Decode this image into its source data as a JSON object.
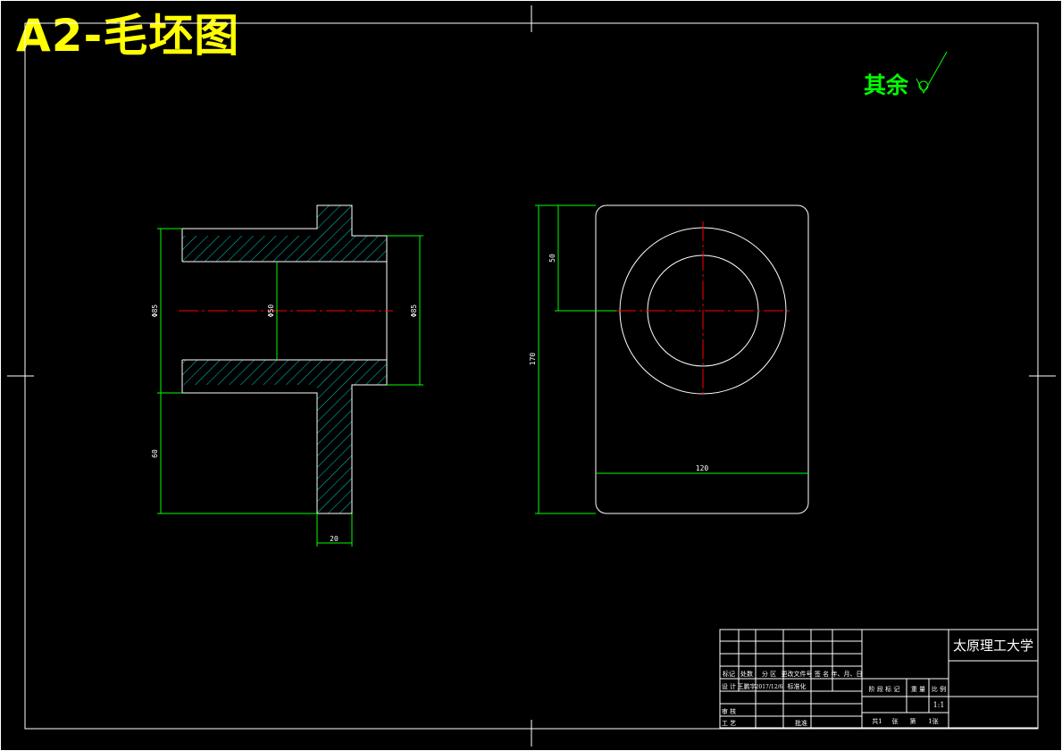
{
  "title": "A2-毛坯图",
  "surface_note": "其余",
  "dimensions": {
    "d_outer_left": "Φ85",
    "d_bore": "Φ50",
    "d_right": "Φ85",
    "len_60": "60",
    "len_20": "20",
    "height_50": "50",
    "height_170": "170",
    "width_120": "120"
  },
  "title_block": {
    "school": "太原理工大学",
    "scale": "1:1",
    "header_row": [
      "标记",
      "处数",
      "分 区",
      "更改文件号",
      "签 名",
      "年、月、日"
    ],
    "design_row": [
      "设 计",
      "王鹏宇",
      "2017/12/6",
      "标准化"
    ],
    "review": "审 核",
    "process": "工 艺",
    "approve": "批准",
    "stage_header": [
      "阶 段 标 记",
      "重 量",
      "比 例"
    ],
    "sheets": [
      "共1",
      "张",
      "第",
      "1张"
    ]
  },
  "colors": {
    "border": "#ffffff",
    "part_outline": "#ffffff",
    "dimension": "#00ff00",
    "center_line": "#ff0000",
    "hatch": "#00ffff",
    "title": "#ffff00"
  }
}
